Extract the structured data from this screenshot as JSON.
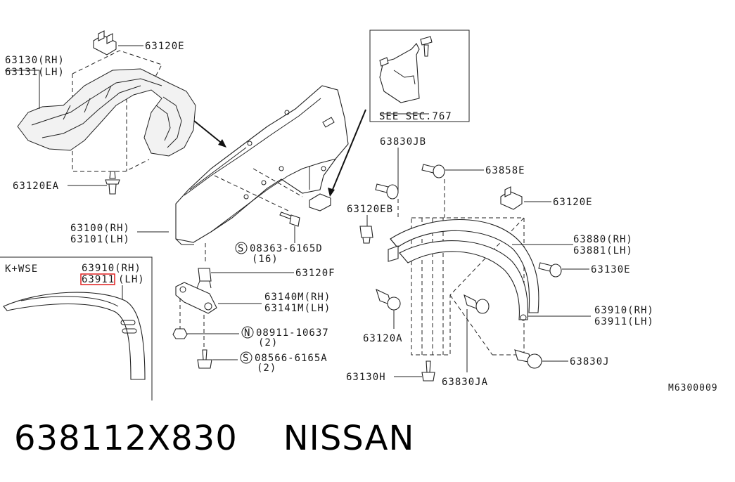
{
  "labels": {
    "l_63120E_top": "63120E",
    "l_63130": "63130(RH)",
    "l_63131": "63131(LH)",
    "l_63120EA": "63120EA",
    "l_63100": "63100(RH)",
    "l_63101": "63101(LH)",
    "l_08363": "08363-6165D",
    "l_08363_qty": "(16)",
    "l_63120F": "63120F",
    "l_63140M": "63140M(RH)",
    "l_63141M": "63141M(LH)",
    "l_08911": "08911-10637",
    "l_08911_qty": "(2)",
    "l_08566": "08566-6165A",
    "l_08566_qty": "(2)",
    "l_see_sec": "SEE SEC.767",
    "l_63830JB": "63830JB",
    "l_63858E": "63858E",
    "l_63120EB": "63120EB",
    "l_63120E_right": "63120E",
    "l_63880": "63880(RH)",
    "l_63881": "63881(LH)",
    "l_63130E": "63130E",
    "l_63120A": "63120A",
    "l_63910_main": "63910(RH)",
    "l_63911_main": "63911(LH)",
    "l_63830J": "63830J",
    "l_63130H": "63130H",
    "l_63830JA": "63830JA",
    "l_inset_kwse": "K+WSE",
    "l_inset_63910": "63910(RH)",
    "l_inset_63911_part": "63911",
    "l_inset_lh": "(LH)",
    "l_symbol_s": "S",
    "l_symbol_n": "N",
    "l_drawing_code": "M6300009"
  },
  "footer": {
    "part_number": "638112X830",
    "brand": "NISSAN"
  },
  "colors": {
    "line": "#222222",
    "highlight": "#e02020"
  }
}
